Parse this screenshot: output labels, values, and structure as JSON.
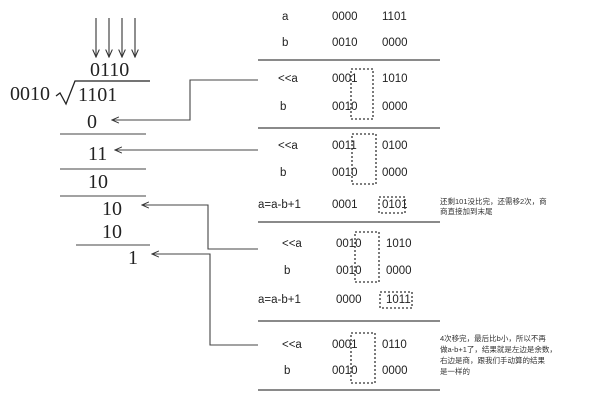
{
  "division": {
    "quotient": "0110",
    "divisor": "0010",
    "dividend": "1101",
    "steps": [
      "0",
      "11",
      "10",
      "10",
      "10",
      "1"
    ]
  },
  "table": {
    "init": {
      "a_label": "a",
      "a_high": "0000",
      "a_low": "1101",
      "b_label": "b",
      "b_high": "0010",
      "b_low": "0000"
    },
    "s1": {
      "a_label": "<<a",
      "a_high": "0001",
      "a_low": "1010",
      "b_label": "b",
      "b_high": "0010",
      "b_low": "0000"
    },
    "s2": {
      "a_label": "<<a",
      "a_high": "0011",
      "a_low": "0100",
      "b_label": "b",
      "b_high": "0010",
      "b_low": "0000",
      "sub_label": "a=a-b+1",
      "sub_high": "0001",
      "sub_low": "0101",
      "note": [
        "还剩101没比完，还需移2次，商",
        "商直接加到末尾"
      ]
    },
    "s3": {
      "a_label": "<<a",
      "a_high": "0010",
      "a_low": "1010",
      "b_label": "b",
      "b_high": "0010",
      "b_low": "0000",
      "sub_label": "a=a-b+1",
      "sub_high": "0000",
      "sub_low": "1011"
    },
    "s4": {
      "a_label": "<<a",
      "a_high": "0001",
      "a_low": "0110",
      "b_label": "b",
      "b_high": "0010",
      "b_low": "0000",
      "note": [
        "4次移完，最后比b小，所以不再",
        "做a-b+1了，结果就是左边是余数，",
        "右边是商，跟我们手动算的结果",
        "是一样的"
      ]
    }
  }
}
